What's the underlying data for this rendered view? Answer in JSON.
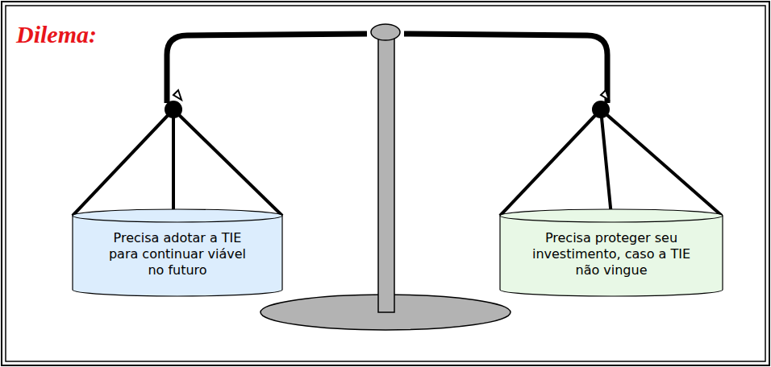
{
  "diagram": {
    "title": "Dilema:",
    "nodes": [
      {
        "text": [
          "Precisa adotar a TIE para continuar viável no futuro"
        ]
      },
      {
        "text": [
          "Precisa proteger seu investimento, caso a TIE não vingue"
        ]
      }
    ]
  }
}
